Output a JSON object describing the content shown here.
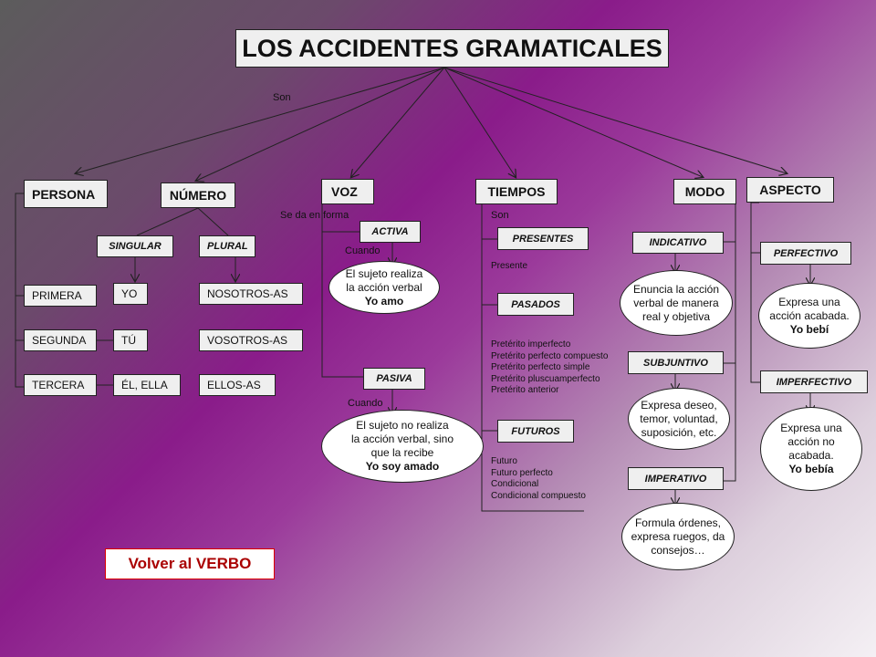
{
  "title": "LOS ACCIDENTES GRAMATICALES",
  "connector_son_top": "Son",
  "persona": {
    "label": "PERSONA",
    "items": [
      "PRIMERA",
      "SEGUNDA",
      "TERCERA"
    ]
  },
  "numero": {
    "label": "NÚMERO",
    "singular": "SINGULAR",
    "plural": "PLURAL",
    "singular_items": [
      "YO",
      "TÚ",
      "ÉL, ELLA"
    ],
    "plural_items": [
      "NOSOTROS-AS",
      "VOSOTROS-AS",
      "ELLOS-AS"
    ]
  },
  "voz": {
    "label": "VOZ",
    "connector": "Se da en forma",
    "activa": "ACTIVA",
    "activa_when": "Cuando",
    "activa_desc": [
      "El sujeto realiza",
      "la acción verbal"
    ],
    "activa_example": "Yo amo",
    "pasiva": "PASIVA",
    "pasiva_when": "Cuando",
    "pasiva_desc": [
      "El sujeto no realiza",
      "la acción verbal, sino",
      "que la recibe"
    ],
    "pasiva_example": "Yo soy amado"
  },
  "tiempos": {
    "label": "TIEMPOS",
    "connector": "Son",
    "presentes": "PRESENTES",
    "presentes_list": [
      "Presente"
    ],
    "pasados": "PASADOS",
    "pasados_list": [
      "Pretérito imperfecto",
      "Pretérito perfecto compuesto",
      "Pretérito perfecto simple",
      "Pretérito pluscuamperfecto",
      "Pretérito anterior"
    ],
    "futuros": "FUTUROS",
    "futuros_list": [
      "Futuro",
      "Futuro perfecto",
      "Condicional",
      "Condicional compuesto"
    ]
  },
  "modo": {
    "label": "MODO",
    "indicativo": "INDICATIVO",
    "indicativo_desc": [
      "Enuncia la acción",
      "verbal de manera",
      "real y objetiva"
    ],
    "subjuntivo": "SUBJUNTIVO",
    "subjuntivo_desc": [
      "Expresa deseo,",
      "temor, voluntad,",
      "suposición, etc."
    ],
    "imperativo": "IMPERATIVO",
    "imperativo_desc": [
      "Formula órdenes,",
      "expresa ruegos, da",
      "consejos…"
    ]
  },
  "aspecto": {
    "label": "ASPECTO",
    "perfectivo": "PERFECTIVO",
    "perfectivo_desc": [
      "Expresa una",
      "acción acabada."
    ],
    "perfectivo_example": "Yo bebí",
    "imperfectivo": "IMPERFECTIVO",
    "imperfectivo_desc": [
      "Expresa una",
      "acción no",
      "acabada."
    ],
    "imperfectivo_example": "Yo bebía"
  },
  "back_link": "Volver al VERBO"
}
